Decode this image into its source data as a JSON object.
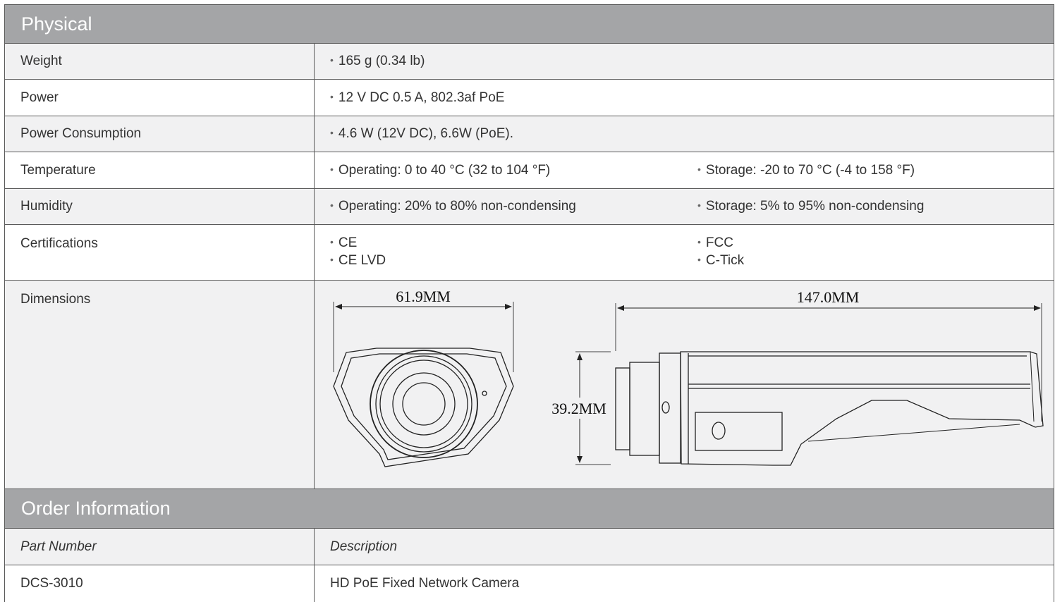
{
  "physical": {
    "header": "Physical",
    "rows": [
      {
        "label": "Weight",
        "values": [
          "165 g (0.34 lb)"
        ]
      },
      {
        "label": "Power",
        "values": [
          "12 V DC 0.5 A, 802.3af PoE"
        ]
      },
      {
        "label": "Power Consumption",
        "values": [
          "4.6 W (12V DC), 6.6W (PoE)."
        ]
      },
      {
        "label": "Temperature",
        "values": [
          "Operating: 0 to 40 °C (32 to 104 °F)",
          "Storage: -20 to 70 °C (-4 to 158 °F)"
        ]
      },
      {
        "label": "Humidity",
        "values": [
          "Operating: 20% to 80% non-condensing",
          "Storage: 5% to 95% non-condensing"
        ]
      }
    ],
    "certifications": {
      "label": "Certifications",
      "left": [
        "CE",
        "CE LVD"
      ],
      "right": [
        "FCC",
        "C-Tick"
      ]
    },
    "dimensions": {
      "label": "Dimensions",
      "width_label": "61.9MM",
      "length_label": "147.0MM",
      "height_label": "39.2MM"
    }
  },
  "order": {
    "header": "Order Information",
    "col_part": "Part Number",
    "col_desc": "Description",
    "items": [
      {
        "part": "DCS-3010",
        "desc": "HD PoE Fixed Network Camera"
      }
    ]
  }
}
